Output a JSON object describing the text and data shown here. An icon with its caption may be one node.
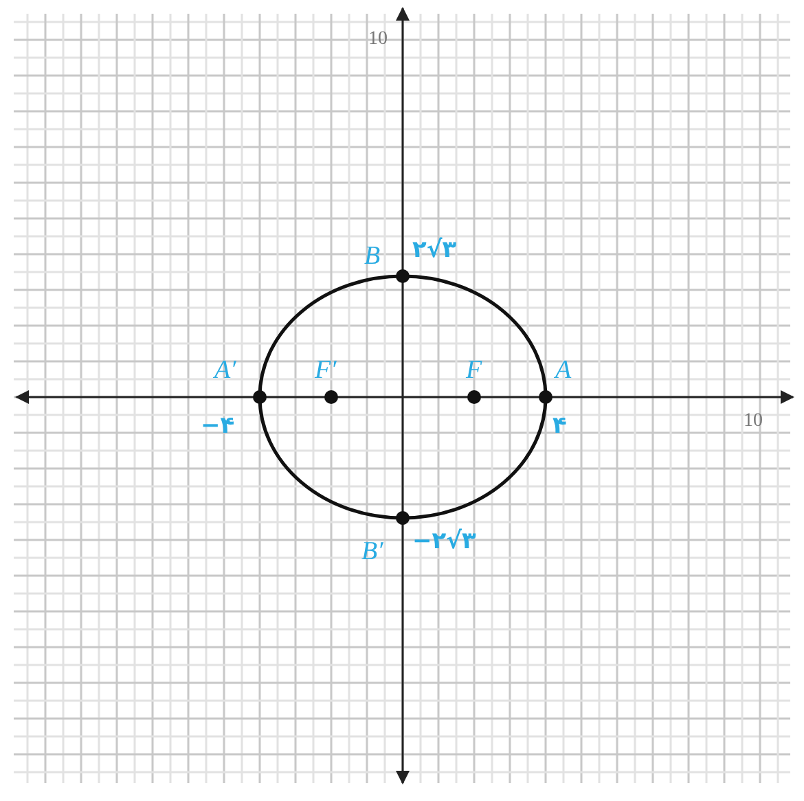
{
  "diagram": {
    "labels": [
      "10",
      "B",
      "۲√۳",
      "A′",
      "F′",
      "F",
      "A",
      "−۴",
      "۴",
      "10",
      "B′",
      "−۲√۳"
    ]
  }
}
